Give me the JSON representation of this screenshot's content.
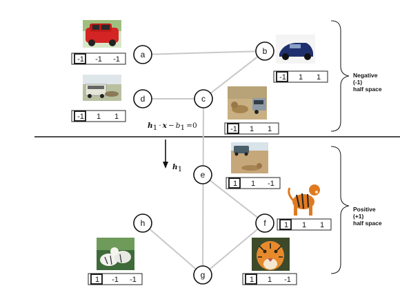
{
  "nodes": [
    {
      "id": "a",
      "label": "a"
    },
    {
      "id": "b",
      "label": "b"
    },
    {
      "id": "c",
      "label": "c"
    },
    {
      "id": "d",
      "label": "d"
    },
    {
      "id": "e",
      "label": "e"
    },
    {
      "id": "f",
      "label": "f"
    },
    {
      "id": "g",
      "label": "g"
    },
    {
      "id": "h",
      "label": "h"
    }
  ],
  "edges": [
    [
      "a",
      "b"
    ],
    [
      "b",
      "c"
    ],
    [
      "d",
      "c"
    ],
    [
      "c",
      "g"
    ],
    [
      "e",
      "f"
    ],
    [
      "f",
      "g"
    ],
    [
      "h",
      "g"
    ]
  ],
  "codes": {
    "a": [
      "-1",
      "-1",
      "-1"
    ],
    "b": [
      "-1",
      "1",
      "1"
    ],
    "d": [
      "-1",
      "1",
      "1"
    ],
    "c": [
      "-1",
      "1",
      "1"
    ],
    "e": [
      "1",
      "1",
      "-1"
    ],
    "f": [
      "1",
      "1",
      "1"
    ],
    "h": [
      "1",
      "-1",
      "-1"
    ],
    "g": [
      "1",
      "1",
      "-1"
    ]
  },
  "hyperplane": {
    "bold_h": "h",
    "subscript": "1",
    "dot": "·",
    "x": "x",
    "minus": "−",
    "b": "b",
    "equals": "=0",
    "normal_label": "h",
    "normal_sub": "1"
  },
  "half_spaces": {
    "negative": [
      "Negative",
      "(-1)",
      "half space"
    ],
    "positive": [
      "Positive",
      "(+1)",
      "half space"
    ]
  },
  "images": {
    "a": "red-car-photo",
    "b": "blue-car-photo",
    "d": "safari-vehicle-photo",
    "c": "lions-and-car-photo",
    "e": "jeep-and-lion-photo",
    "f": "tiger-cutout-photo",
    "h": "white-tigers-photo",
    "g": "tiger-face-photo"
  }
}
